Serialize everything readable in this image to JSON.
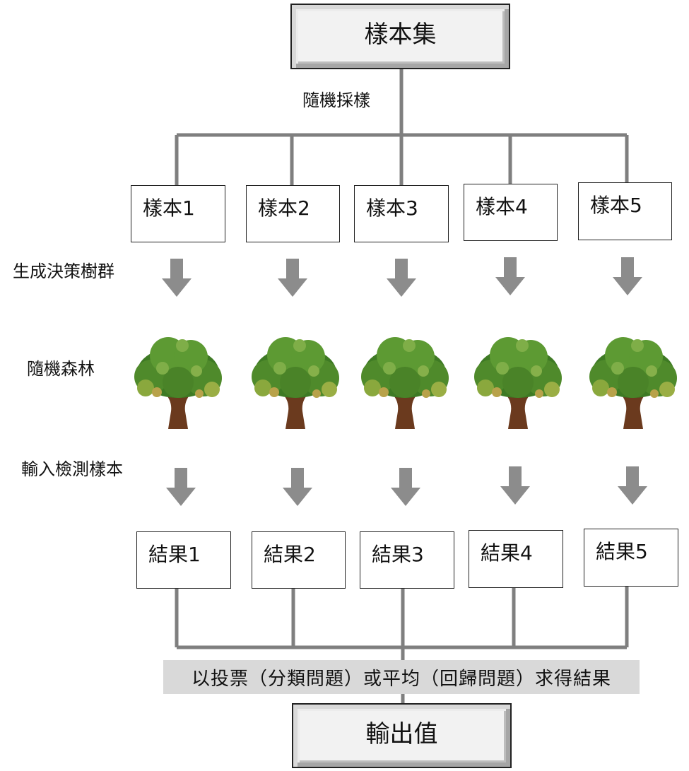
{
  "diagram": {
    "top_box": "樣本集",
    "sampling_label": "隨機採樣",
    "samples": [
      "樣本1",
      "樣本2",
      "樣本3",
      "樣本4",
      "樣本5"
    ],
    "generate_label": "生成決策樹群",
    "forest_label": "隨機森林",
    "input_label": "輸入檢測樣本",
    "results": [
      "結果1",
      "結果2",
      "結果3",
      "結果4",
      "結果5"
    ],
    "vote_label": "以投票（分類問題）或平均（回歸問題）求得結果",
    "output_box": "輸出值"
  },
  "colors": {
    "connector": "#7f7f7f",
    "arrow": "#8c8c8c",
    "vote_bg": "#d9d9d9",
    "foliage": "#4f8a2b",
    "trunk": "#6b3a1e"
  }
}
